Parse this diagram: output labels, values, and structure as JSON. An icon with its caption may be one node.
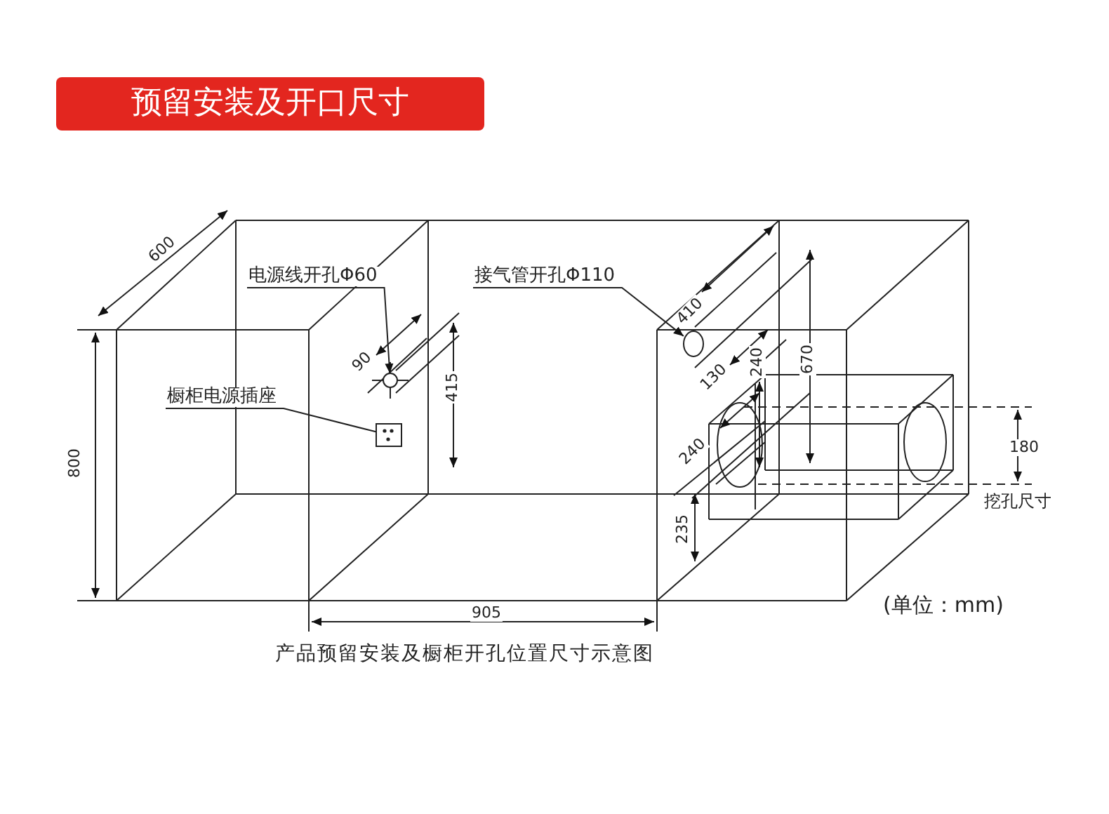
{
  "diagram": {
    "title": "预留安装及开口尺寸",
    "caption": "产品预留安装及橱柜开孔位置尺寸示意图",
    "nodes": [
      {
        "text": [
          "电源线开孔Φ60"
        ]
      },
      {
        "text": [],
        "shape": "circle"
      },
      {
        "text": [
          "橱柜电源插座"
        ]
      },
      {
        "text": [],
        "shape": "picture"
      },
      {
        "text": [
          "接气管开孔Φ110"
        ]
      },
      {
        "text": [],
        "shape": "circle"
      }
    ],
    "edges": [
      {
        "from": 0,
        "to": 1,
        "arrow": "to"
      },
      {
        "from": 2,
        "to": 3,
        "arrow": "none"
      },
      {
        "from": 4,
        "to": 5,
        "arrow": "to"
      }
    ],
    "labels": [
      "600",
      "800",
      "90",
      "415",
      "410",
      "130",
      "240",
      "670",
      "240",
      "180",
      "235",
      "905",
      "挖孔尺寸",
      "(单位：mm)"
    ]
  }
}
